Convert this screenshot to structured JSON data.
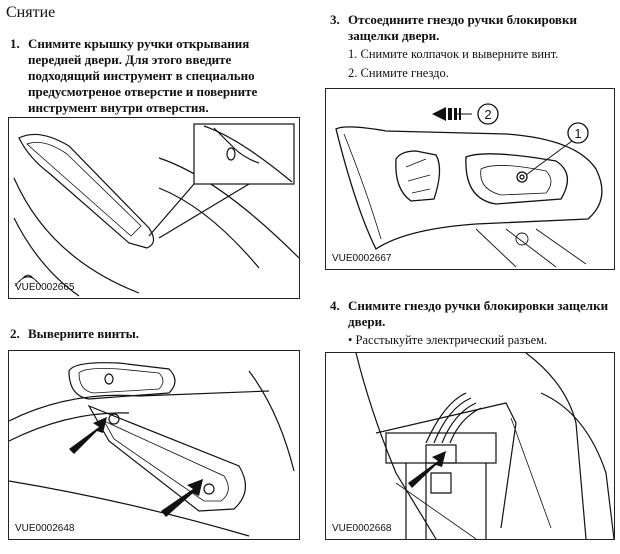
{
  "section_title": "Снятие",
  "steps": [
    {
      "number": "1.",
      "lines": [
        "Снимите крышку ручки открывания",
        "передней двери. Для этого введите",
        "подходящий инструмент в специально",
        "предусмотреное отверстие и поверните",
        "инструмент внутри отверстия."
      ],
      "figure_code": "VUE0002665"
    },
    {
      "number": "2.",
      "lines": [
        "Выверните винты."
      ],
      "figure_code": "VUE0002648"
    },
    {
      "number": "3.",
      "lines": [
        "Отсоедините гнездо ручки блокировки",
        "защелки двери."
      ],
      "substeps": [
        "1. Снимите колпачок и выверните винт.",
        "2. Снимите гнездо."
      ],
      "callouts": [
        "1",
        "2"
      ],
      "figure_code": "VUE0002667"
    },
    {
      "number": "4.",
      "lines": [
        "Снимите гнездо ручки блокировки  защелки",
        "двери."
      ],
      "bullets": [
        "Расстыкуйте электрический разъем."
      ],
      "figure_code": "VUE0002668"
    }
  ]
}
